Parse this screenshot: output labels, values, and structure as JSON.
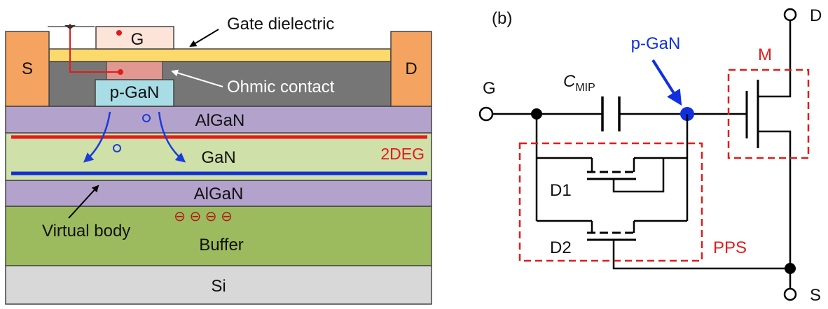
{
  "cross_section": {
    "gate_label": "G",
    "source_label": "S",
    "drain_label": "D",
    "pgan_label": "p-GaN",
    "algan_top_label": "AlGaN",
    "gan_label": "GaN",
    "twodeg_label": "2DEG",
    "algan_bottom_label": "AlGaN",
    "buffer_label": "Buffer",
    "si_label": "Si",
    "gate_dielectric_label": "Gate dielectric",
    "ohmic_contact_label": "Ohmic contact",
    "virtual_body_label": "Virtual body",
    "charges_label": "⊖ ⊖ ⊖ ⊖",
    "colors": {
      "contact": "#f4a460",
      "gate": "#fde4d8",
      "dielectric": "#fcd96b",
      "passivation": "#767676",
      "ohmic": "#e09890",
      "pgan": "#a8dde6",
      "algan": "#b3a2cc",
      "gan": "#cfe0a8",
      "buffer": "#9cbb5e",
      "si": "#d8d8d8",
      "twodeg_line": "#e8181c",
      "body_line": "#1030d0",
      "arrow_blue": "#1a3cd8"
    }
  },
  "circuit": {
    "panel_label": "(b)",
    "gate_label": "G",
    "drain_label": "D",
    "source_label": "S",
    "cmip_main": "C",
    "cmip_sub": "MIP",
    "pgan_label": "p-GaN",
    "m_label": "M",
    "d1_label": "D1",
    "d2_label": "D2",
    "pps_label": "PPS",
    "colors": {
      "wire": "#000000",
      "box": "#e01c1c",
      "pgan_node": "#1030e0"
    }
  }
}
